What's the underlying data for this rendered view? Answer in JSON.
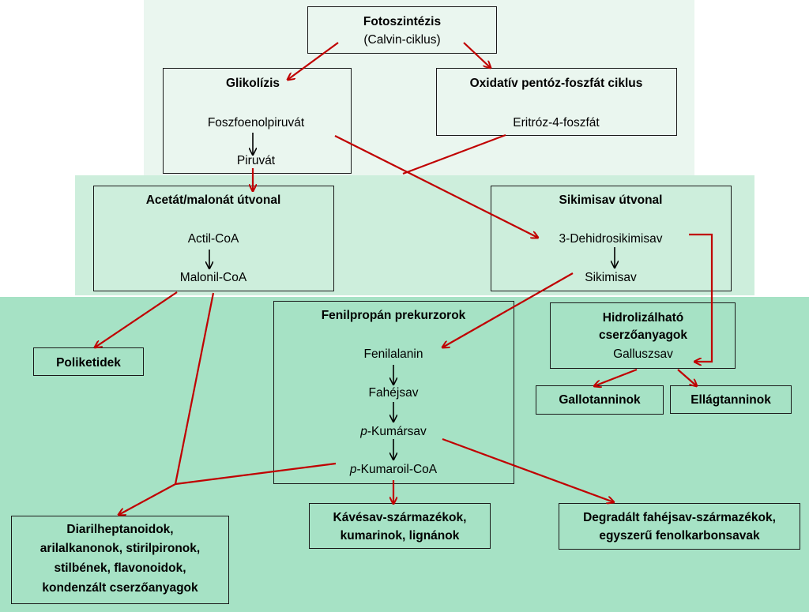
{
  "nodes": {
    "fotoszintezis": {
      "title": "Fotoszintézis",
      "subtitle": "(Calvin-ciklus)"
    },
    "glikolizis": {
      "title": "Glikolízis",
      "item1": "Foszfoenolpiruvát",
      "item2": "Piruvát"
    },
    "pentoz": {
      "title": "Oxidatív pentóz-foszfát ciklus",
      "item1": "Eritróz-4-foszfát"
    },
    "acetat": {
      "title": "Acetát/malonát útvonal",
      "item1": "Actil-CoA",
      "item2": "Malonil-CoA"
    },
    "sikimisav": {
      "title": "Sikimisav útvonal",
      "item1": "3-Dehidrosikimisav",
      "item2": "Sikimisav"
    },
    "poliketidek": {
      "title": "Poliketidek"
    },
    "fenilpropan": {
      "title": "Fenilpropán prekurzorok",
      "item1": "Fenilalanin",
      "item2": "Fahéjsav",
      "item3_prefix": "p",
      "item3_suffix": "-Kumársav",
      "item4_prefix": "p",
      "item4_suffix": "-Kumaroil-CoA"
    },
    "hidrolizalhato": {
      "title_line1": "Hidrolizálható",
      "title_line2": "cserzőanyagok",
      "item1": "Galluszsav"
    },
    "gallotanninok": {
      "title": "Gallotanninok"
    },
    "ellagtanninok": {
      "title": "Ellágtanninok"
    },
    "diarilheptanoidok": {
      "lines": [
        "Diarilheptanoidok,",
        "arilalkanonok, stirilpironok,",
        "stilbének, flavonoidok,",
        "kondenzált cserzőanyagok"
      ]
    },
    "kavesav": {
      "lines": [
        "Kávésav-származékok,",
        "kumarinok, lignánok"
      ]
    },
    "degradalt": {
      "lines": [
        "Degradált fahéjsav-származékok,",
        "egyszerű fenolkarbonsavak"
      ]
    }
  },
  "colors": {
    "arrow_red": "#c00000",
    "arrow_black": "#000000",
    "band_top": "#eaf6ef",
    "band_mid": "#cdeedc",
    "band_bottom": "#a6e2c5"
  }
}
